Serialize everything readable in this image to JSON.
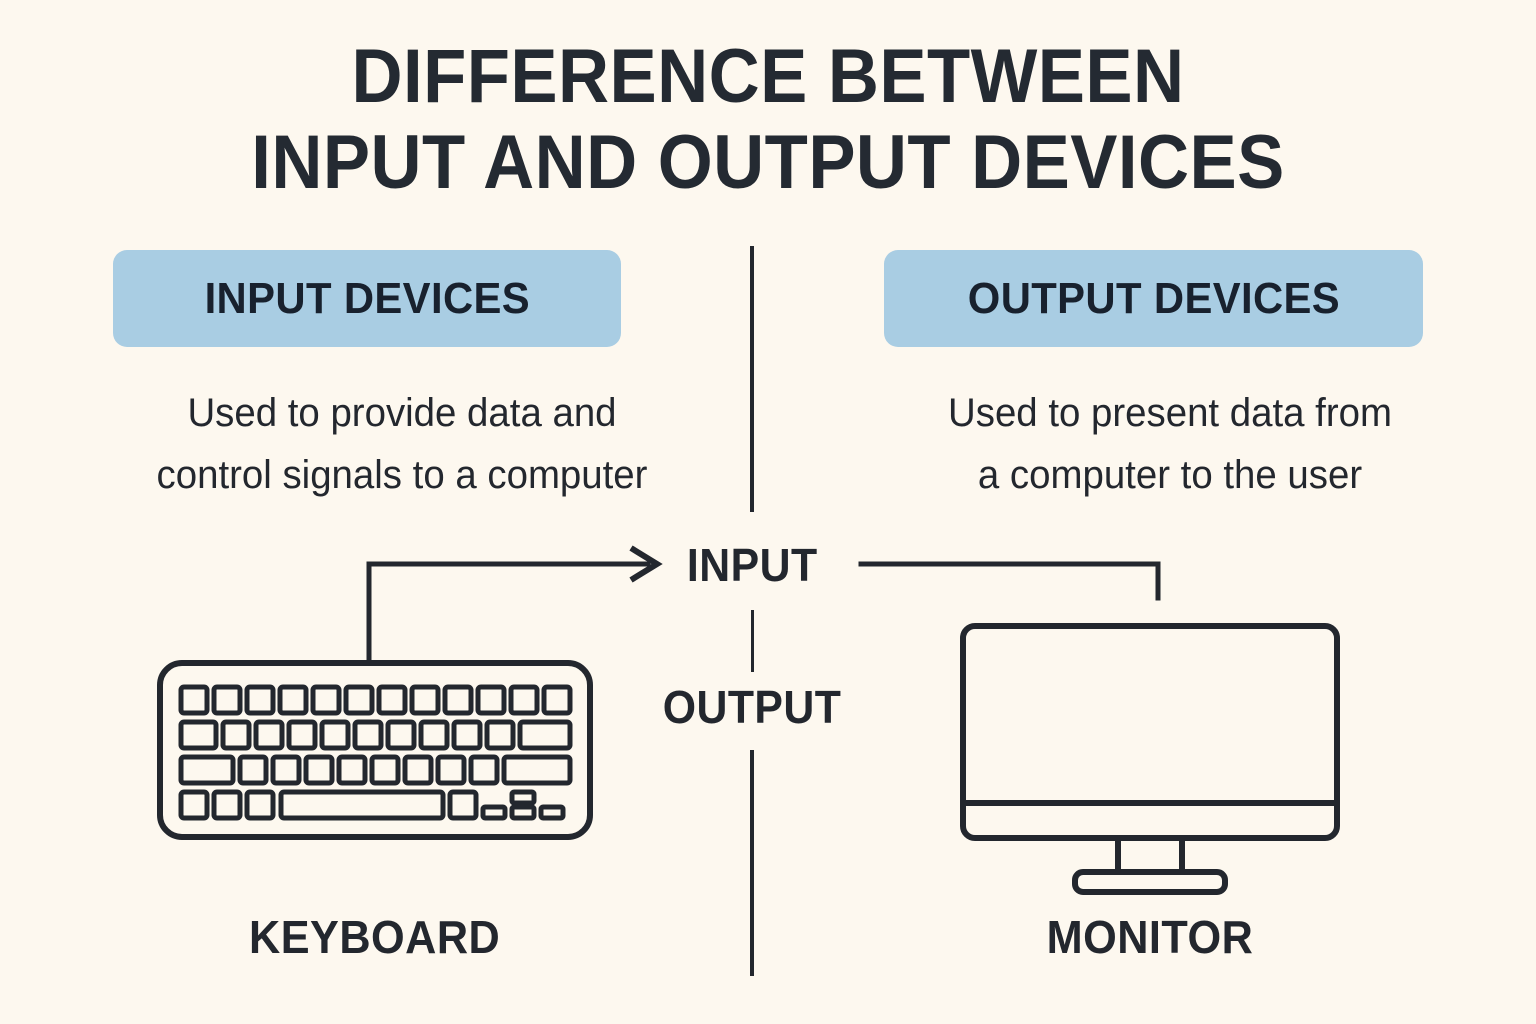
{
  "theme": {
    "background": "#fdf8ef",
    "ink": "#23272e",
    "badge_fill": "#a9cde3",
    "badge_text": "#18212e",
    "stroke": "#23272e"
  },
  "title": {
    "line1": "DIFFERENCE BETWEEN",
    "line2": "INPUT AND OUTPUT DEVICES"
  },
  "columns": {
    "left": {
      "badge_label": "INPUT DEVICES",
      "description_line1": "Used to provide data and",
      "description_line2": "control signals to a computer",
      "device_icon": "keyboard-icon",
      "device_caption": "KEYBOARD"
    },
    "right": {
      "badge_label": "OUTPUT DEVICES",
      "description_line1": "Used to present data from",
      "description_line2": "a computer to the user",
      "device_icon": "monitor-icon",
      "device_caption": "MONITOR"
    }
  },
  "flow": {
    "input_label": "INPUT",
    "output_label": "OUTPUT",
    "input_arrow_direction": "keyboard-to-center",
    "output_arrow_direction": "center-to-monitor"
  },
  "chart_data": {
    "type": "diagram",
    "title": "DIFFERENCE BETWEEN INPUT AND OUTPUT DEVICES",
    "layout": "two-column comparison with central vertical divider",
    "columns": [
      {
        "heading": "INPUT DEVICES",
        "definition": "Used to provide data and control signals to a computer",
        "example_device": "KEYBOARD",
        "flow": "INPUT"
      },
      {
        "heading": "OUTPUT DEVICES",
        "definition": "Used to present data from a computer to the user",
        "example_device": "MONITOR",
        "flow": "OUTPUT"
      }
    ],
    "connectors": [
      {
        "from": "KEYBOARD",
        "to": "INPUT",
        "style": "elbow-with-arrowhead"
      },
      {
        "from": "INPUT",
        "to": "MONITOR",
        "style": "elbow-plain"
      }
    ]
  }
}
